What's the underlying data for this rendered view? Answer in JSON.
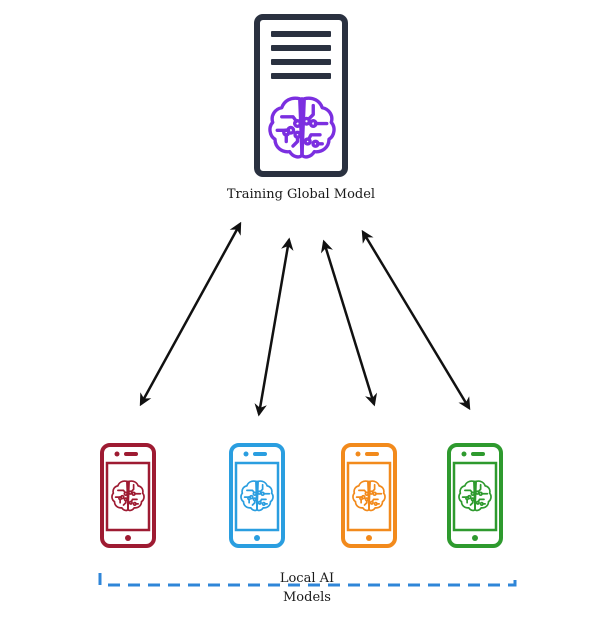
{
  "server": {
    "label": "Training Global Model",
    "frame_color": "#2a3140",
    "brain_color": "#7b2fe0"
  },
  "clients": [
    {
      "name": "client-1",
      "color": "#9e1b32"
    },
    {
      "name": "client-2",
      "color": "#2a9ee0"
    },
    {
      "name": "client-3",
      "color": "#f28a1c"
    },
    {
      "name": "client-4",
      "color": "#2e9a2e"
    }
  ],
  "group": {
    "label_line1": "Local AI",
    "label_line2": "Models",
    "bracket_color": "#2f86d8"
  },
  "arrow_color": "#111111"
}
